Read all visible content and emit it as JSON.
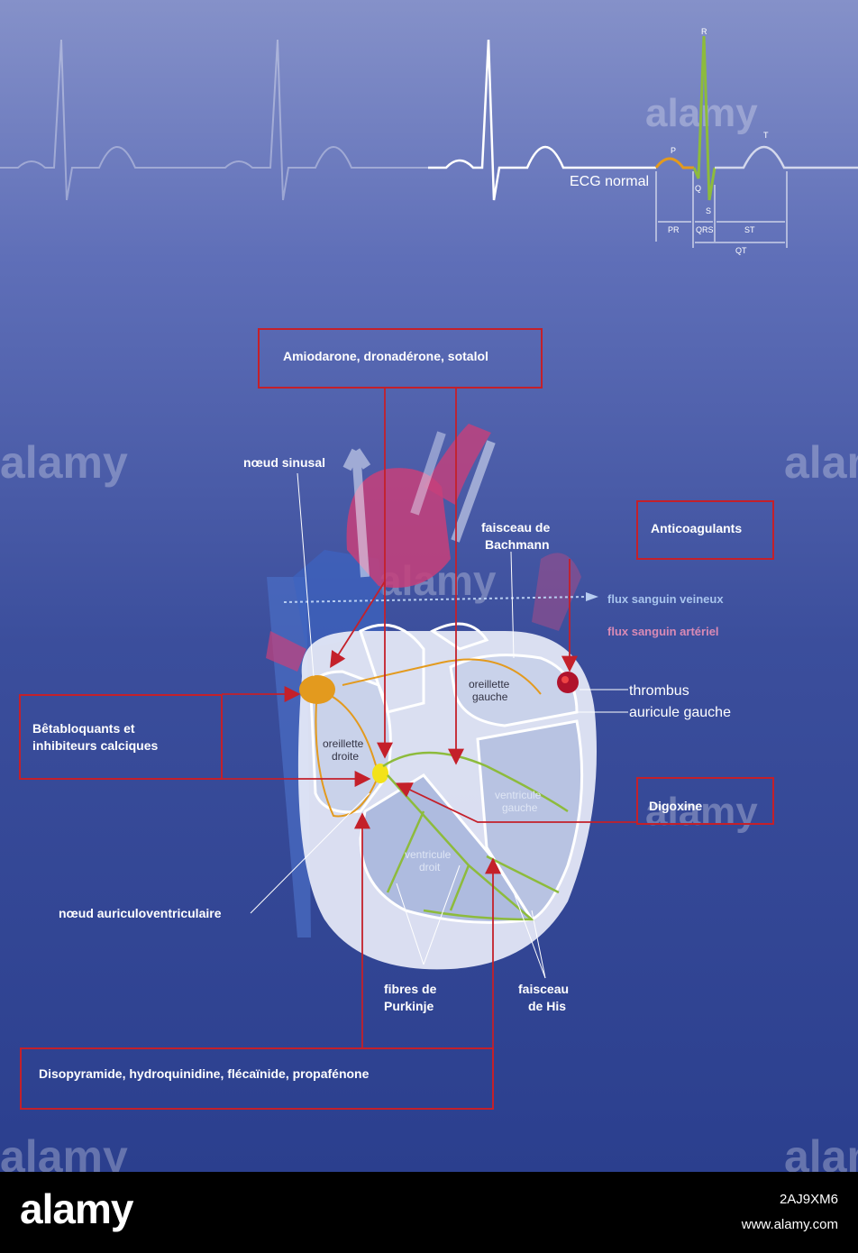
{
  "ecg": {
    "label": "ECG normal",
    "waves": [
      "P",
      "Q",
      "R",
      "S",
      "T"
    ],
    "intervals": [
      "PR",
      "QRS",
      "ST",
      "QT"
    ]
  },
  "drug_boxes": {
    "amiodarone": "Amiodarone, dronadérone, sotalol",
    "anticoagulants": "Anticoagulants",
    "betabloquants_line1": "Bêtabloquants et",
    "betabloquants_line2": "inhibiteurs calciques",
    "digoxine": "Digoxine",
    "disopyramide": "Disopyramide, hydroquinidine, flécaïnide, propafénone"
  },
  "labels": {
    "noeud_sinusal": "nœud sinusal",
    "faisceau_bachmann_1": "faisceau de",
    "faisceau_bachmann_2": "Bachmann",
    "flux_veineux": "flux sanguin veineux",
    "flux_arteriel": "flux sanguin artériel",
    "thrombus": "thrombus",
    "auricule_gauche": "auricule gauche",
    "noeud_av": "nœud auriculoventriculaire",
    "fibres_purkinje_1": "fibres de",
    "fibres_purkinje_2": "Purkinje",
    "faisceau_his_1": "faisceau",
    "faisceau_his_2": "de His"
  },
  "heart_inner": {
    "oreillette_droite_1": "oreillette",
    "oreillette_droite_2": "droite",
    "oreillette_gauche_1": "oreillette",
    "oreillette_gauche_2": "gauche",
    "ventricule_gauche_1": "ventricule",
    "ventricule_gauche_2": "gauche",
    "ventricule_droit_1": "ventricule",
    "ventricule_droit_2": "droit"
  },
  "watermark": "alamy",
  "footer": {
    "logo": "alamy",
    "image_id": "2AJ9XM6",
    "site": "www.alamy.com"
  },
  "colors": {
    "box_border": "#c4202a",
    "arrow": "#c4202a",
    "nodal": "#e39a1e",
    "his_fibres": "#8dbb3c",
    "venous": "#a8c4ee",
    "arterial": "#d98ab5"
  }
}
